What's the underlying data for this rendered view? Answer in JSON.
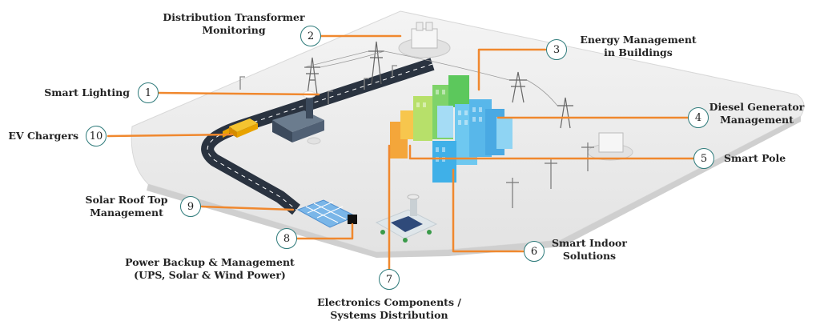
{
  "callouts": {
    "c1": {
      "number": "1",
      "lines": [
        "Smart Lighting"
      ]
    },
    "c2": {
      "number": "2",
      "lines": [
        "Distribution Transformer",
        "Monitoring"
      ]
    },
    "c3": {
      "number": "3",
      "lines": [
        "Energy Management",
        "in Buildings"
      ]
    },
    "c4": {
      "number": "4",
      "lines": [
        "Diesel Generator",
        "Management"
      ]
    },
    "c5": {
      "number": "5",
      "lines": [
        "Smart Pole"
      ]
    },
    "c6": {
      "number": "6",
      "lines": [
        "Smart Indoor",
        "Solutions"
      ]
    },
    "c7": {
      "number": "7",
      "lines": [
        "Electronics Components /",
        "Systems Distribution"
      ]
    },
    "c8": {
      "number": "8",
      "lines": [
        "Power Backup & Management",
        "(UPS, Solar & Wind Power)"
      ]
    },
    "c9": {
      "number": "9",
      "lines": [
        "Solar Roof Top",
        "Management"
      ]
    },
    "c10": {
      "number": "10",
      "lines": [
        "EV Chargers"
      ]
    }
  },
  "colors": {
    "leader": "#f0882e",
    "badge_border": "#2d7a7a",
    "platform": "#ececec",
    "road": "#2a3340"
  }
}
